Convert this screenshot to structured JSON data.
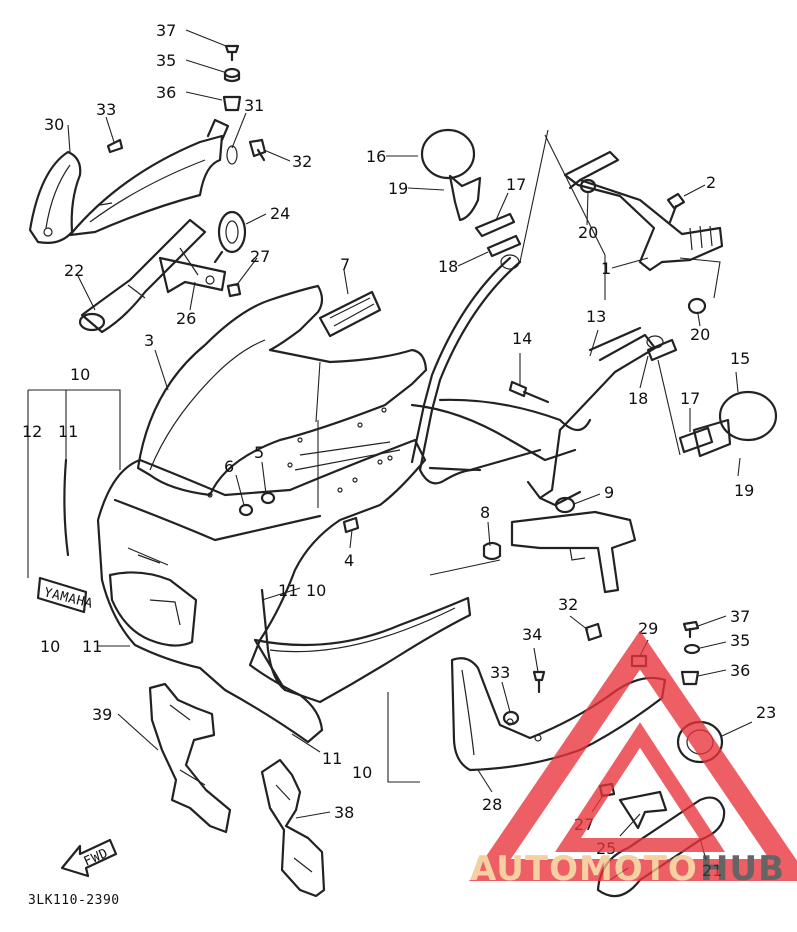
{
  "callouts": {
    "c37a": "37",
    "c35a": "35",
    "c36a": "36",
    "c33a": "33",
    "c31": "31",
    "c32a": "32",
    "c30": "30",
    "c24": "24",
    "c27a": "27",
    "c22": "22",
    "c26": "26",
    "c7": "7",
    "c16": "16",
    "c19a": "19",
    "c17a": "17",
    "c18a": "18",
    "c2": "2",
    "c20a": "20",
    "c1": "1",
    "c20b": "20",
    "c3": "3",
    "c10a": "10",
    "c12": "12",
    "c11a": "11",
    "c14": "14",
    "c13": "13",
    "c18b": "18",
    "c15": "15",
    "c17b": "17",
    "c19b": "19",
    "c6": "6",
    "c5": "5",
    "c4": "4",
    "c8": "8",
    "c9": "9",
    "c11b": "11",
    "c10b": "10",
    "c10c": "10",
    "c11c": "11",
    "c32b": "32",
    "c29": "29",
    "c37b": "37",
    "c34": "34",
    "c35b": "35",
    "c33b": "33",
    "c36b": "36",
    "c23": "23",
    "c39": "39",
    "c11d": "11",
    "c10d": "10",
    "c28": "28",
    "c38": "38",
    "c27b": "27",
    "c25": "25",
    "c21": "21"
  },
  "labels": {
    "decal": "YAMAHA",
    "fwd": "FWD",
    "drawing_code": "3LK110-2390"
  },
  "watermark": {
    "text_a": "AUTOMOTO",
    "text_b": "HUB",
    "color_a": "#f2c38a",
    "color_b": "#3a3a3a",
    "triangle_color": "#e8333a"
  }
}
